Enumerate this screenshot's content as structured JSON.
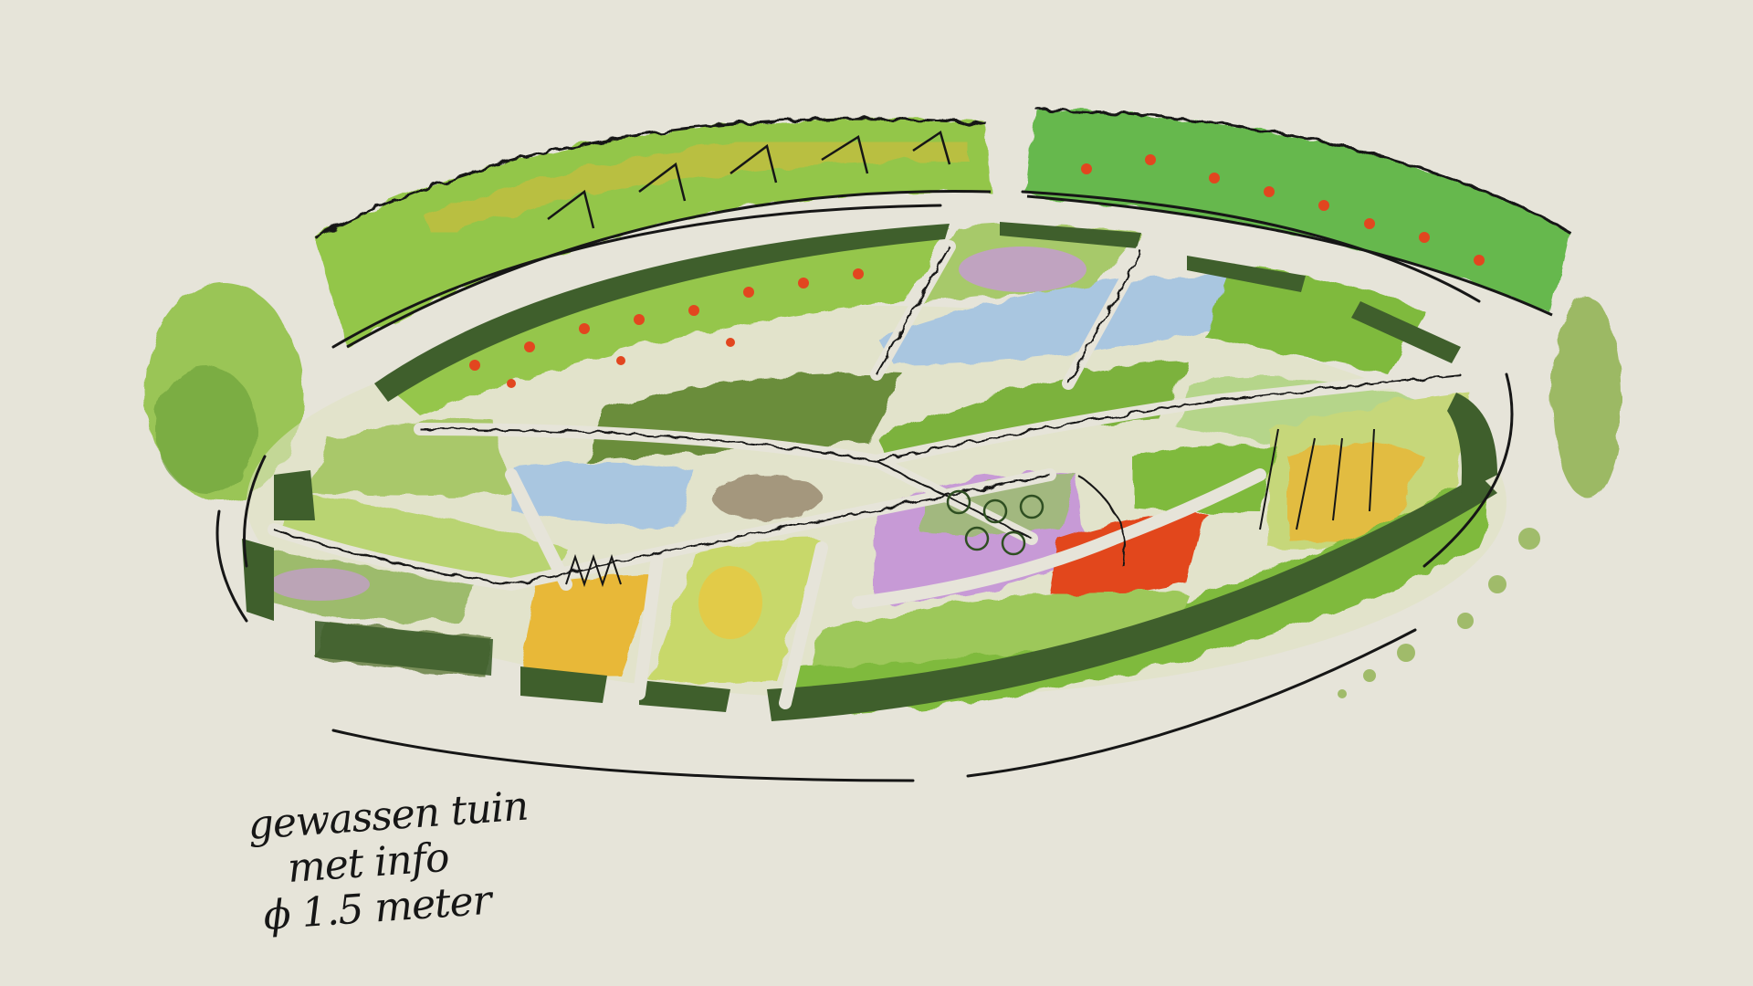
{
  "caption": {
    "line1": "gewassen tuin",
    "line2": "met info",
    "line3": "ϕ 1.5 meter"
  },
  "colors": {
    "paper": "#e6e4d9",
    "ink": "#161616",
    "leaf_green": "#8cbf3f",
    "dark_green": "#4d7a32",
    "hedge": "#3f5f2c",
    "lavender": "#c79ad6",
    "sky_blue": "#a9c6e0",
    "poppy_red": "#e2461f",
    "ochre": "#e8b838"
  }
}
